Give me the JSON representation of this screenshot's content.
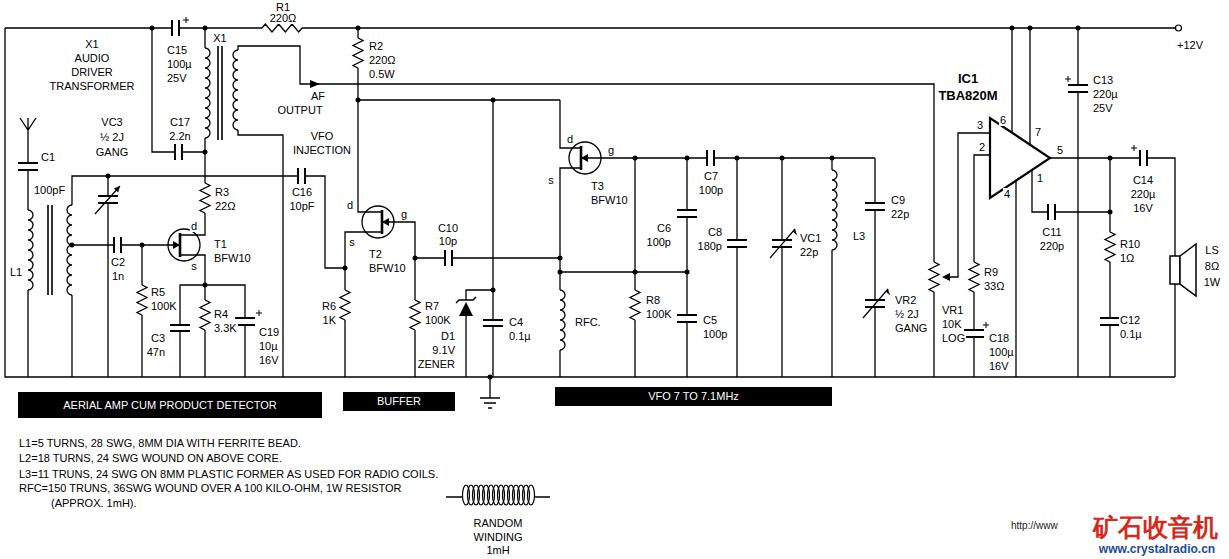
{
  "diagram": {
    "nodes": [
      {
        "text": [
          "AERIAL AMP CUM PRODUCT DETECTOR"
        ]
      },
      {
        "text": [
          "BUFFER"
        ]
      },
      {
        "text": [
          "VFO 7 TO 7.1MHz"
        ]
      }
    ],
    "labels": [
      "R1",
      "220Ω",
      "X1",
      "AUDIO",
      "DRIVER",
      "TRANSFORMER",
      "C15",
      "100µ",
      "25V",
      "X1",
      "R2",
      "220Ω",
      "0.5W",
      "AF",
      "OUTPUT",
      "C17",
      "2.2n",
      "VC3",
      "½ 2J",
      "GANG",
      "VFO",
      "INJECTION",
      "C16",
      "10pF",
      "C1",
      "100pF",
      "R3",
      "22Ω",
      "T1",
      "BFW10",
      "d",
      "s",
      "C2",
      "1n",
      "R5",
      "100K",
      "C3",
      "47n",
      "R4",
      "3.3K",
      "C19",
      "10µ",
      "16V",
      "L1",
      "R6",
      "1K",
      "T2",
      "BFW10",
      "d",
      "s",
      "g",
      "C10",
      "10p",
      "R7",
      "100K",
      "D1",
      "9.1V",
      "ZENER",
      "C4",
      "0.1µ",
      "T3",
      "BFW10",
      "d",
      "s",
      "g",
      "RFC.",
      "R8",
      "100K",
      "C6",
      "100p",
      "C7",
      "100p",
      "C8",
      "180p",
      "C5",
      "100p",
      "VC1",
      "22p",
      "L3",
      "C9",
      "22p",
      "VR2",
      "½ 2J",
      "GANG",
      "VR1",
      "10K",
      "LOG",
      "IC1",
      "TBA820M",
      "3",
      "6",
      "7",
      "2",
      "5",
      "1",
      "4",
      "R9",
      "33Ω",
      "C18",
      "100µ",
      "16V",
      "C13",
      "220µ",
      "25V",
      "+12V",
      "C14",
      "220µ",
      "16V",
      "C11",
      "220p",
      "R10",
      "1Ω",
      "C12",
      "0.1µ",
      "LS",
      "8Ω",
      "1W",
      "L1=5 TURNS, 28 SWG, 8MM DIA WITH FERRITE BEAD.",
      "L2=18 TURNS, 24 SWG WOUND ON ABOVE CORE.",
      "L3=11 TRUNS, 24 SWG ON 8MM PLASTIC FORMER AS USED FOR RADIO COILS.",
      "RFC=150 TRUNS, 36SWG WOUND OVER A 100 KILO-OHM, 1W RESISTOR",
      "(APPROX. 1mH).",
      "RANDOM",
      "WINDING",
      "1mH",
      "http://www",
      "矿石收音机",
      "www.crystalradio.cn"
    ]
  }
}
